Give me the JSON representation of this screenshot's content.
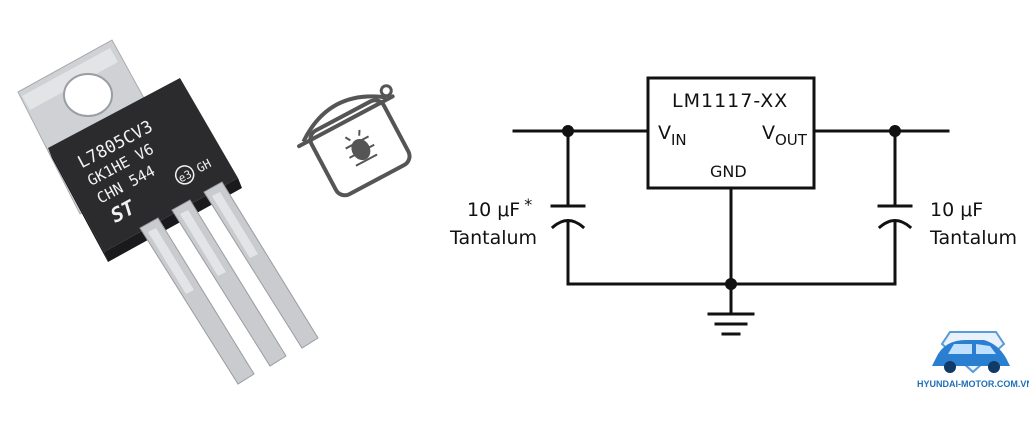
{
  "component_photo": {
    "marking_line1": "L7805CV3",
    "marking_line2": "GK1HE V6",
    "marking_line3": "CHN 544",
    "marking_e3": "e3",
    "marking_gh": "GH",
    "brand_logo": "ST"
  },
  "icon": {
    "name": "rice-cooker-icon"
  },
  "schematic": {
    "ic_name": "LM1117-XX",
    "vin_main": "V",
    "vin_sub": "IN",
    "vout_main": "V",
    "vout_sub": "OUT",
    "gnd_label": "GND",
    "cap_left_value": "10 μF",
    "cap_left_star": "*",
    "cap_left_type": "Tantalum",
    "cap_right_value": "10 μF",
    "cap_right_type": "Tantalum"
  },
  "watermark": {
    "text": "HYUNDAI-MOTOR.COM.VN",
    "color": "#1e6fb8"
  }
}
